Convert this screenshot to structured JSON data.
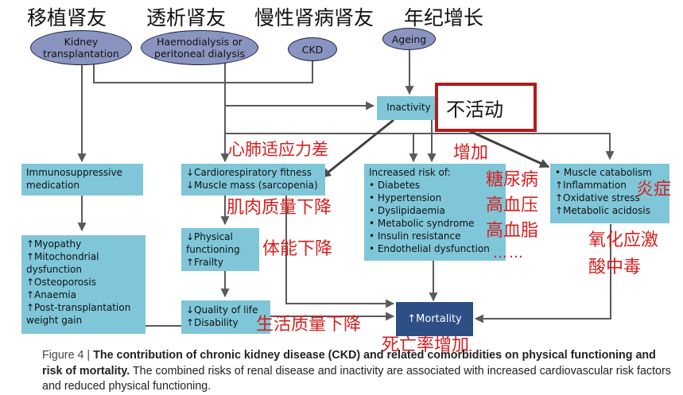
{
  "top_labels": {
    "transplant_zh": "移植肾友",
    "dialysis_zh": "透析肾友",
    "ckd_zh": "慢性肾病肾友",
    "ageing_zh": "年纪增长"
  },
  "ellipses": {
    "kidney": "Kidney\ntransplantation",
    "dialysis": "Haemodialysis or\nperitoneal dialysis",
    "ckd": "CKD",
    "ageing": "Ageing"
  },
  "inactivity": {
    "label": "Inactivity",
    "zh": "不活动"
  },
  "boxes": {
    "immuno": "Immunosuppressive\nmedication",
    "cardio": "↓Cardiorespiratory fitness\n↓Muscle mass (sarcopenia)",
    "risk": "Increased risk of:\n• Diabetes\n• Hypertension\n• Dyslipidaemia\n• Metabolic syndrome\n• Insulin resistance\n• Endothelial dysfunction",
    "muscle": "• Muscle catabolism\n↑Inflammation\n↑Oxidative stress\n↑Metabolic acidosis",
    "myopathy": "↑Myopathy\n↑Mitochondrial\n  dysfunction\n↑Osteoporosis\n↑Anaemia\n↑Post-transplantation\n  weight gain",
    "physical": "↓Physical\n  functioning\n↑Frailty",
    "quality": "↓Quality of life\n↑Disability",
    "mortality": "↑Mortality"
  },
  "annotations": {
    "cardio_zh": "心肺适应力差",
    "increase_zh": "增加",
    "diabetes_zh": "糖尿病",
    "hypertension_zh": "高血压",
    "lipid_zh": "高血脂",
    "inflammation_zh": "炎症",
    "dots": "……",
    "muscle_zh": "肌肉质量下降",
    "physical_zh": "体能下降",
    "oxidative_zh": "氧化应激",
    "acidosis_zh": "酸中毒",
    "quality_zh": "生活质量下降",
    "mortality_zh": "死亡率增加"
  },
  "caption": {
    "fig_label": "Figure 4 | ",
    "bold": "The contribution of chronic kidney disease (CKD) and related comorbidities on physical functioning and risk of mortality.",
    "rest": " The combined risks of renal disease and inactivity are associated with increased cardiovascular risk factors and reduced physical functioning."
  },
  "colors": {
    "ellipse": "#8a94c0",
    "box": "#7fc6d9",
    "mortality_box": "#2d4f86",
    "annotation_red": "#d61f1f",
    "highlight_border": "#b01c1c"
  }
}
